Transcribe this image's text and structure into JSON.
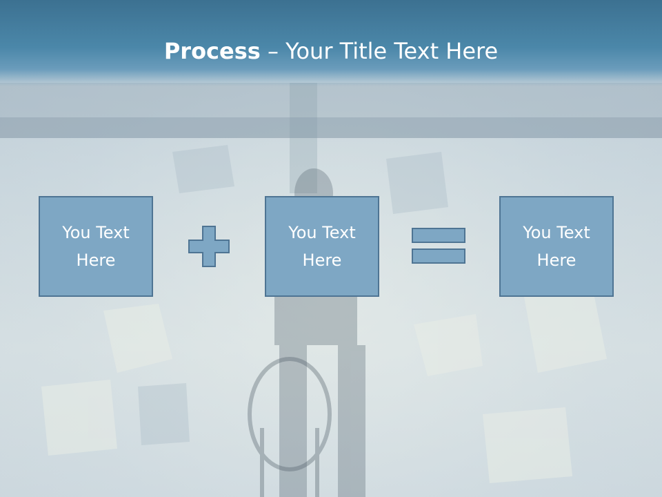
{
  "slide": {
    "title_bold": "Process",
    "title_rest": " – Your Title Text Here",
    "boxes": [
      {
        "label": "You Text Here"
      },
      {
        "label": "You Text Here"
      },
      {
        "label": "You Text Here"
      }
    ],
    "operators": [
      "plus-icon",
      "equals-icon"
    ],
    "colors": {
      "header": "#4b87a9",
      "box_fill": "#7ea7c4",
      "box_border": "#4e7493",
      "text": "#ffffff"
    },
    "background_image": "faded photo of peeling wallpaper room with figure and chair"
  }
}
